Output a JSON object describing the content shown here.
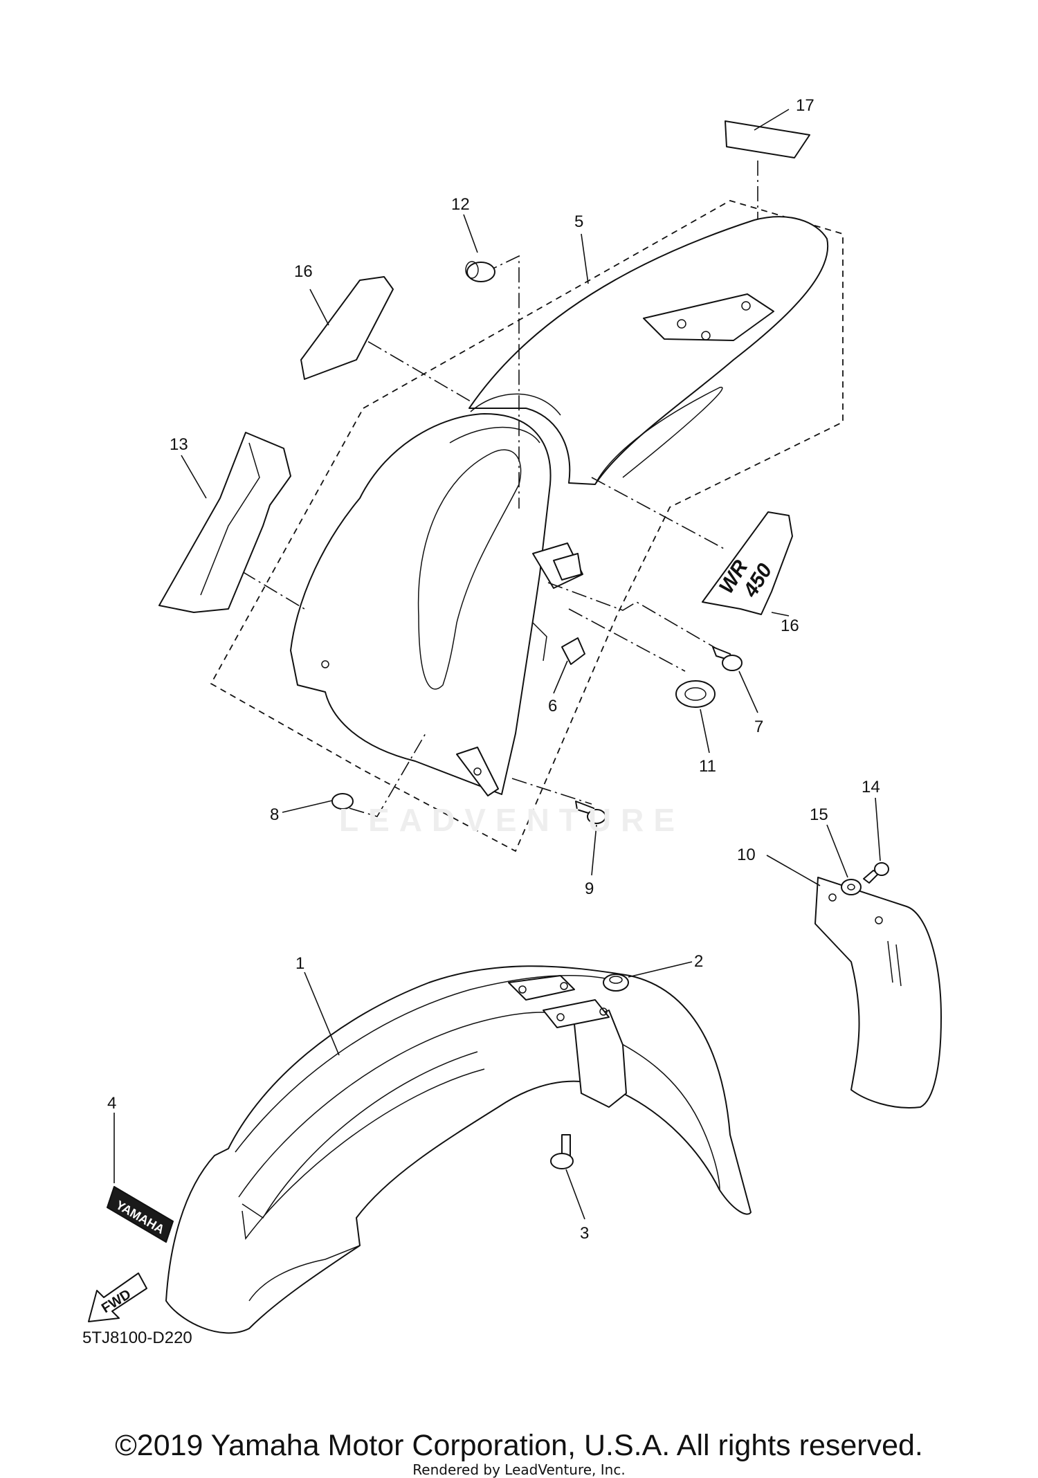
{
  "part_labels": [
    "1",
    "2",
    "3",
    "4",
    "5",
    "6",
    "7",
    "8",
    "9",
    "10",
    "11",
    "12",
    "13",
    "14",
    "15",
    "16",
    "16",
    "17"
  ],
  "decal_texts": {
    "yamaha": "YAMAHA",
    "fwd": "FWD",
    "wr": "WR",
    "model": "450"
  },
  "diagram_code": "5TJ8100-D220",
  "watermark": "LEADVENTURE",
  "copyright": "©2019 Yamaha Motor Corporation, U.S.A. All rights reserved.",
  "rendered_by": "Rendered by LeadVenture, Inc."
}
